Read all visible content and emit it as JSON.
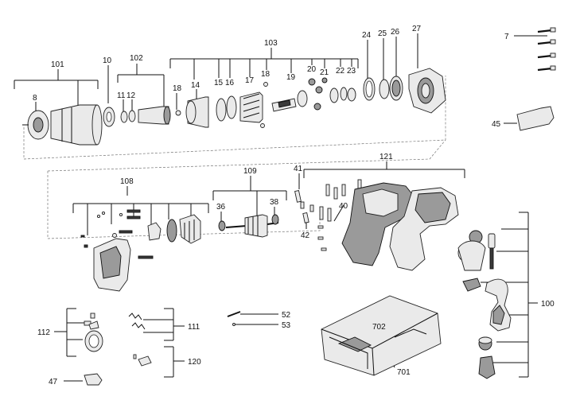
{
  "labels": {
    "n101": "101",
    "n8": "8",
    "n10": "10",
    "n102": "102",
    "n11": "11",
    "n12": "12",
    "n103": "103",
    "n18a": "18",
    "n14": "14",
    "n15": "15",
    "n16": "16",
    "n17": "17",
    "n18b": "18",
    "n19": "19",
    "n20": "20",
    "n21": "21",
    "n22": "22",
    "n23": "23",
    "n24": "24",
    "n25": "25",
    "n26": "26",
    "n27": "27",
    "n7": "7",
    "n45": "45",
    "n108": "108",
    "n109": "109",
    "n36": "36",
    "n38": "38",
    "n41": "41",
    "n42": "42",
    "n40": "40",
    "n121": "121",
    "n100": "100",
    "n112": "112",
    "n111": "111",
    "n52": "52",
    "n53": "53",
    "n702": "702",
    "n701": "701",
    "n120": "120",
    "n47": "47"
  }
}
